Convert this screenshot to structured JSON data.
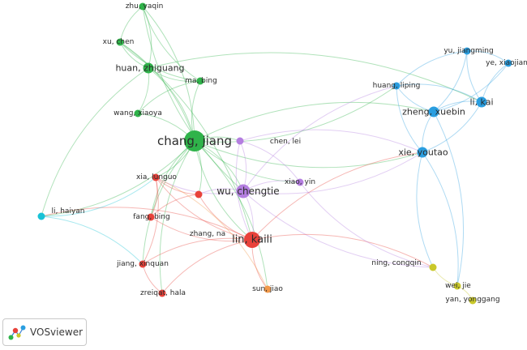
{
  "app": {
    "name": "VOSviewer"
  },
  "clusters": {
    "green": "#2fb34a",
    "blue": "#2a9ee0",
    "red": "#e8423a",
    "purple": "#b47ee0",
    "cyan": "#18c2d6",
    "yellow": "#c9c82b",
    "orange": "#f2994a"
  },
  "nodes": [
    {
      "id": "zhu_yaqin",
      "label": "zhu, yaqin",
      "cluster": "green",
      "weight": 1
    },
    {
      "id": "xu_chen",
      "label": "xu, chen",
      "cluster": "green",
      "weight": 1
    },
    {
      "id": "huan_zhiguang",
      "label": "huan, zhiguang",
      "cluster": "green",
      "weight": 2
    },
    {
      "id": "ma_bing",
      "label": "ma, bing",
      "cluster": "green",
      "weight": 1
    },
    {
      "id": "wang_xiaoya",
      "label": "wang, xiaoya",
      "cluster": "green",
      "weight": 1
    },
    {
      "id": "chang_jiang",
      "label": "chang, jiang",
      "cluster": "green",
      "weight": 5
    },
    {
      "id": "yu_jiangming",
      "label": "yu, jiangming",
      "cluster": "blue",
      "weight": 1
    },
    {
      "id": "ye_xiaojian",
      "label": "ye, xiaojian",
      "cluster": "blue",
      "weight": 1
    },
    {
      "id": "huang_liping",
      "label": "huang, liping",
      "cluster": "blue",
      "weight": 1
    },
    {
      "id": "li_kai",
      "label": "li, kai",
      "cluster": "blue",
      "weight": 2
    },
    {
      "id": "zheng_xuebin",
      "label": "zheng, xuebin",
      "cluster": "blue",
      "weight": 2
    },
    {
      "id": "xie_youtao",
      "label": "xie, youtao",
      "cluster": "blue",
      "weight": 2
    },
    {
      "id": "chen_lei",
      "label": "chen, lei",
      "cluster": "purple",
      "weight": 1
    },
    {
      "id": "xiao_yin",
      "label": "xiao, yin",
      "cluster": "purple",
      "weight": 1
    },
    {
      "id": "wu_chengtie",
      "label": "wu, chengtie",
      "cluster": "purple",
      "weight": 3
    },
    {
      "id": "xia_lunguo",
      "label": "xia, lunguo",
      "cluster": "red",
      "weight": 1
    },
    {
      "id": "fang_bing",
      "label": "fang, bing",
      "cluster": "red",
      "weight": 1
    },
    {
      "id": "zhang_na",
      "label": "zhang, na",
      "cluster": "red",
      "weight": 1
    },
    {
      "id": "lin_kaili",
      "label": "lin, kaili",
      "cluster": "red",
      "weight": 4
    },
    {
      "id": "jiang_xinquan",
      "label": "jiang, xinquan",
      "cluster": "red",
      "weight": 1
    },
    {
      "id": "zreiqat_hala",
      "label": "zreiqat, hala",
      "cluster": "red",
      "weight": 1
    },
    {
      "id": "li_haiyan",
      "label": "li, haiyan",
      "cluster": "cyan",
      "weight": 1
    },
    {
      "id": "ning_congqin",
      "label": "ning, congqin",
      "cluster": "yellow",
      "weight": 1
    },
    {
      "id": "wei_jie",
      "label": "wei, jie",
      "cluster": "yellow",
      "weight": 1
    },
    {
      "id": "yan_yonggang",
      "label": "yan, yonggang",
      "cluster": "yellow",
      "weight": 1
    },
    {
      "id": "sun_jiao",
      "label": "sun, jiao",
      "cluster": "orange",
      "weight": 1
    }
  ],
  "links": [
    [
      "zhu_yaqin",
      "xu_chen"
    ],
    [
      "zhu_yaqin",
      "huan_zhiguang"
    ],
    [
      "zhu_yaqin",
      "ma_bing"
    ],
    [
      "zhu_yaqin",
      "chang_jiang"
    ],
    [
      "xu_chen",
      "huan_zhiguang"
    ],
    [
      "xu_chen",
      "chang_jiang"
    ],
    [
      "xu_chen",
      "ma_bing"
    ],
    [
      "huan_zhiguang",
      "chang_jiang"
    ],
    [
      "huan_zhiguang",
      "ma_bing"
    ],
    [
      "huan_zhiguang",
      "wang_xiaoya"
    ],
    [
      "ma_bing",
      "chang_jiang"
    ],
    [
      "wang_xiaoya",
      "chang_jiang"
    ],
    [
      "ma_bing",
      "wang_xiaoya"
    ],
    [
      "chang_jiang",
      "wu_chengtie"
    ],
    [
      "chang_jiang",
      "lin_kaili"
    ],
    [
      "chang_jiang",
      "chen_lei"
    ],
    [
      "chang_jiang",
      "xiao_yin"
    ],
    [
      "chang_jiang",
      "xia_lunguo"
    ],
    [
      "chang_jiang",
      "fang_bing"
    ],
    [
      "chang_jiang",
      "zhang_na"
    ],
    [
      "chang_jiang",
      "jiang_xinquan"
    ],
    [
      "chang_jiang",
      "li_haiyan"
    ],
    [
      "chang_jiang",
      "xie_youtao"
    ],
    [
      "chang_jiang",
      "zheng_xuebin"
    ],
    [
      "chang_jiang",
      "huang_liping"
    ],
    [
      "chang_jiang",
      "sun_jiao"
    ],
    [
      "chang_jiang",
      "zreiqat_hala"
    ],
    [
      "huan_zhiguang",
      "li_kai"
    ],
    [
      "huan_zhiguang",
      "li_haiyan"
    ],
    [
      "xu_chen",
      "lin_kaili"
    ],
    [
      "zhu_yaqin",
      "wu_chengtie"
    ],
    [
      "wu_chengtie",
      "lin_kaili"
    ],
    [
      "wu_chengtie",
      "chen_lei"
    ],
    [
      "wu_chengtie",
      "xiao_yin"
    ],
    [
      "wu_chengtie",
      "xie_youtao"
    ],
    [
      "wu_chengtie",
      "xia_lunguo"
    ],
    [
      "wu_chengtie",
      "zhang_na"
    ],
    [
      "wu_chengtie",
      "huang_liping"
    ],
    [
      "wu_chengtie",
      "ning_congqin"
    ],
    [
      "chen_lei",
      "xiao_yin"
    ],
    [
      "chen_lei",
      "lin_kaili"
    ],
    [
      "chen_lei",
      "xie_youtao"
    ],
    [
      "xia_lunguo",
      "lin_kaili"
    ],
    [
      "xia_lunguo",
      "fang_bing"
    ],
    [
      "xia_lunguo",
      "zhang_na"
    ],
    [
      "xia_lunguo",
      "jiang_xinquan"
    ],
    [
      "fang_bing",
      "lin_kaili"
    ],
    [
      "fang_bing",
      "zhang_na"
    ],
    [
      "zhang_na",
      "lin_kaili"
    ],
    [
      "jiang_xinquan",
      "lin_kaili"
    ],
    [
      "jiang_xinquan",
      "zreiqat_hala"
    ],
    [
      "zreiqat_hala",
      "lin_kaili"
    ],
    [
      "lin_kaili",
      "sun_jiao"
    ],
    [
      "lin_kaili",
      "ning_congqin"
    ],
    [
      "lin_kaili",
      "li_haiyan"
    ],
    [
      "lin_kaili",
      "xie_youtao"
    ],
    [
      "sun_jiao",
      "xia_lunguo"
    ],
    [
      "li_haiyan",
      "jiang_xinquan"
    ],
    [
      "li_haiyan",
      "xia_lunguo"
    ],
    [
      "huang_liping",
      "li_kai"
    ],
    [
      "huang_liping",
      "zheng_xuebin"
    ],
    [
      "huang_liping",
      "yu_jiangming"
    ],
    [
      "huang_liping",
      "xie_youtao"
    ],
    [
      "yu_jiangming",
      "ye_xiaojian"
    ],
    [
      "yu_jiangming",
      "li_kai"
    ],
    [
      "yu_jiangming",
      "zheng_xuebin"
    ],
    [
      "ye_xiaojian",
      "li_kai"
    ],
    [
      "ye_xiaojian",
      "zheng_xuebin"
    ],
    [
      "li_kai",
      "zheng_xuebin"
    ],
    [
      "li_kai",
      "xie_youtao"
    ],
    [
      "zheng_xuebin",
      "xie_youtao"
    ],
    [
      "xie_youtao",
      "wei_jie"
    ],
    [
      "xie_youtao",
      "ning_congqin"
    ],
    [
      "zheng_xuebin",
      "wei_jie"
    ],
    [
      "ning_congqin",
      "wei_jie"
    ],
    [
      "wei_jie",
      "yan_yonggang"
    ],
    [
      "xiao_yin",
      "ning_congqin"
    ]
  ]
}
